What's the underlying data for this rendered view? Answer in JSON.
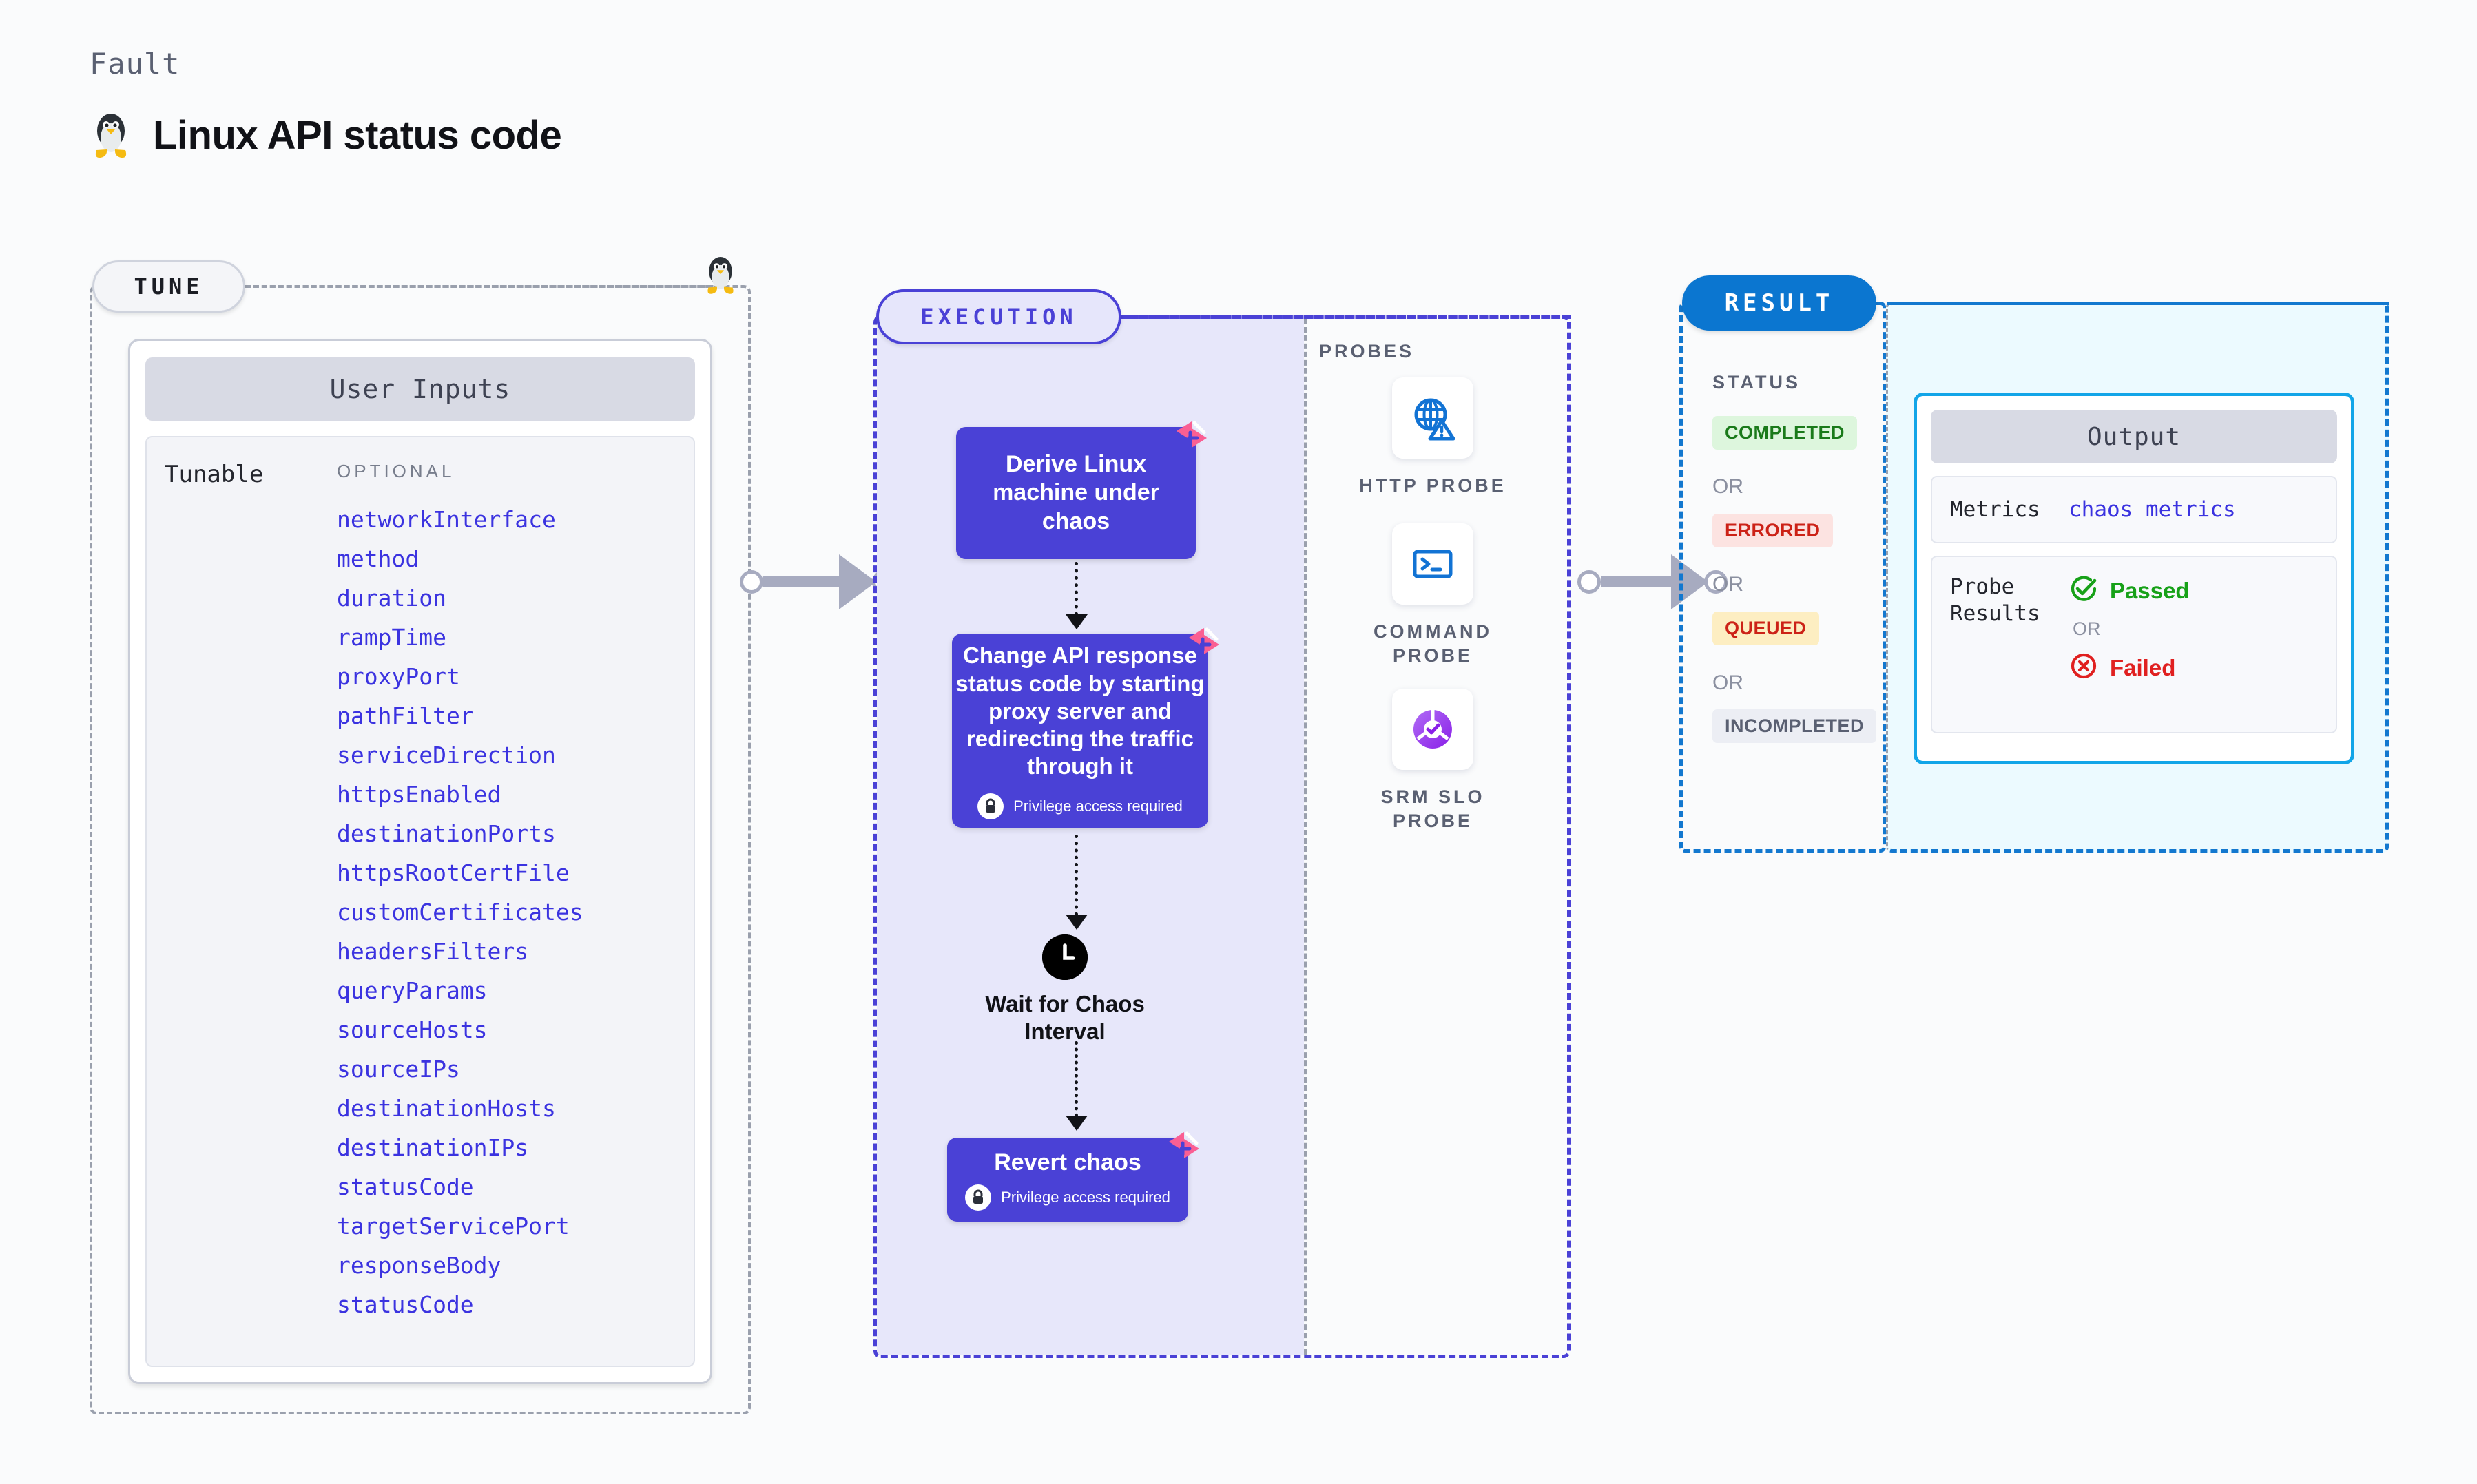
{
  "header": {
    "eyebrow": "Fault",
    "title": "Linux API status code",
    "os_icon": "linux-tux-icon"
  },
  "tune": {
    "pill_label": "TUNE",
    "os_icon": "linux-tux-icon",
    "card_title": "User Inputs",
    "tunable_label": "Tunable",
    "optional_label": "OPTIONAL",
    "params": [
      "networkInterface",
      "method",
      "duration",
      "rampTime",
      "proxyPort",
      "pathFilter",
      "serviceDirection",
      "httpsEnabled",
      "destinationPorts",
      "httpsRootCertFile",
      "customCertificates",
      "headersFilters",
      "queryParams",
      "sourceHosts",
      "sourceIPs",
      "destinationHosts",
      "destinationIPs",
      "statusCode",
      "targetServicePort",
      "responseBody",
      "statusCode"
    ]
  },
  "execution": {
    "pill_label": "EXECUTION",
    "steps": [
      {
        "text": "Derive Linux machine under chaos",
        "privilege_required": false,
        "chaos_marker": true
      },
      {
        "text": "Change API response status code by starting proxy server and redirecting the traffic through it",
        "privilege_label": "Privilege access required",
        "privilege_required": true,
        "chaos_marker": true
      },
      {
        "text": "Revert chaos",
        "privilege_label": "Privilege access required",
        "privilege_required": true,
        "chaos_marker": true
      }
    ],
    "wait_node": {
      "label": "Wait for Chaos Interval",
      "icon": "clock-icon"
    }
  },
  "probes": {
    "title": "PROBES",
    "items": [
      {
        "label": "HTTP PROBE",
        "icon": "globe-alert-icon",
        "color": "#1273d4"
      },
      {
        "label": "COMMAND PROBE",
        "icon": "terminal-icon",
        "color": "#1273d4"
      },
      {
        "label": "SRM SLO PROBE",
        "icon": "srm-slo-icon",
        "color": "#9b3ff0"
      }
    ]
  },
  "result": {
    "pill_label": "RESULT",
    "status_title": "STATUS",
    "or_label": "OR",
    "statuses": [
      {
        "label": "COMPLETED",
        "bg": "#ddf6dd",
        "fg": "#1a7a1a"
      },
      {
        "label": "ERRORED",
        "bg": "#fce3e1",
        "fg": "#cc2217"
      },
      {
        "label": "QUEUED",
        "bg": "#fdeec2",
        "fg": "#cc2217"
      },
      {
        "label": "INCOMPLETED",
        "bg": "#eceef4",
        "fg": "#5a6072"
      }
    ],
    "output": {
      "card_title": "Output",
      "metrics_key": "Metrics",
      "metrics_value": "chaos metrics",
      "probe_results_key": "Probe Results",
      "passed_label": "Passed",
      "failed_label": "Failed",
      "or_label": "OR",
      "passed_color": "#17a118",
      "failed_color": "#e02020"
    }
  },
  "theme": {
    "accent_purple": "#4a41d6",
    "accent_blue": "#1378cf",
    "chaos_pink": "#fa5f93"
  }
}
